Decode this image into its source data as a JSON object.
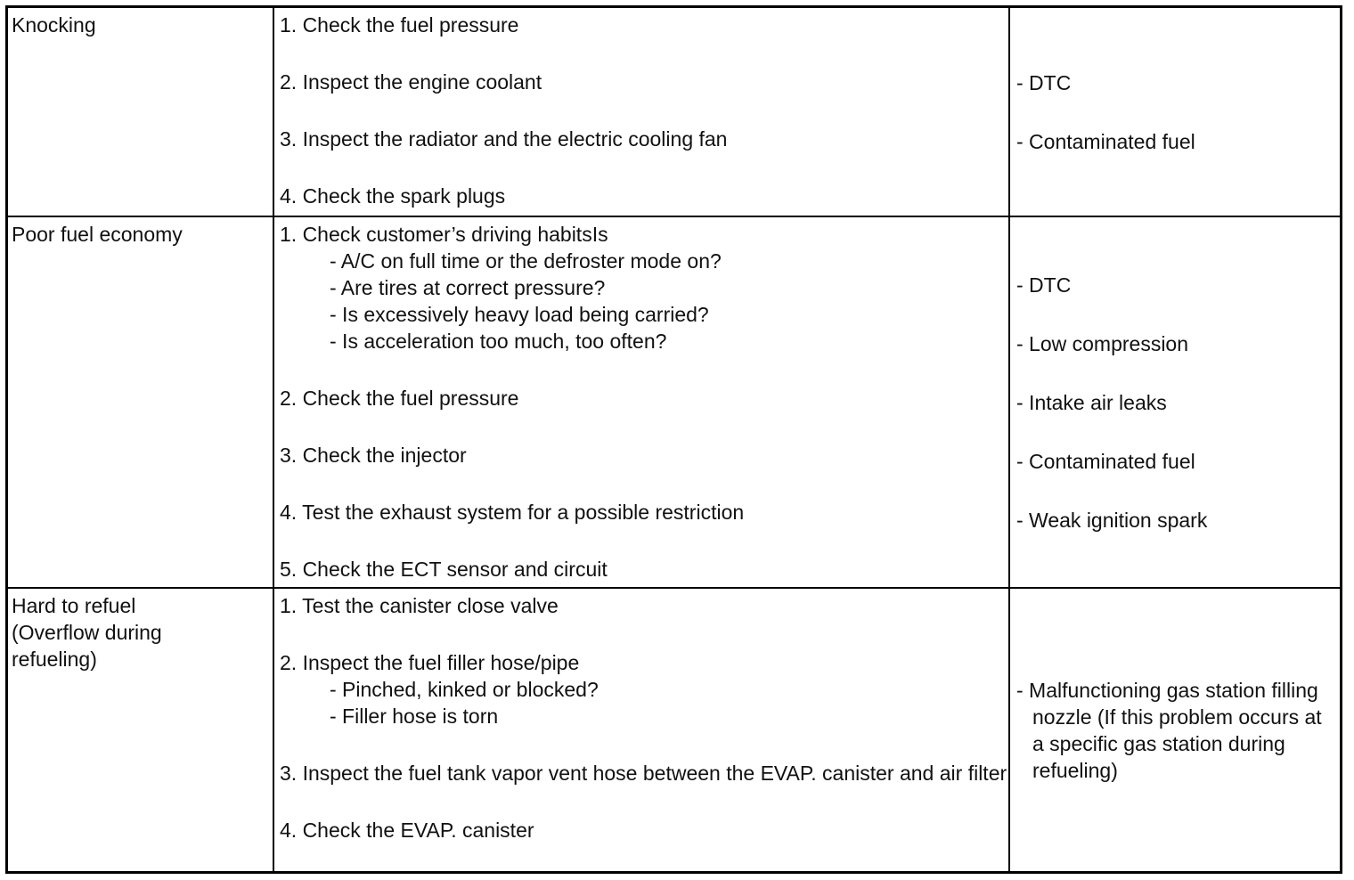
{
  "rows": [
    {
      "symptom": "Knocking",
      "steps": [
        {
          "text": "1. Check the fuel pressure",
          "subs": []
        },
        {
          "text": "2. Inspect the engine coolant",
          "subs": []
        },
        {
          "text": "3. Inspect the radiator and the electric cooling fan",
          "subs": []
        },
        {
          "text": "4. Check the spark plugs",
          "subs": []
        }
      ],
      "causes": [
        "- DTC",
        "- Contaminated fuel"
      ]
    },
    {
      "symptom": "Poor fuel economy",
      "steps": [
        {
          "text": "1. Check customer’s driving habitsIs",
          "subs": [
            "- A/C on full time or the defroster mode on?",
            "- Are tires at correct pressure?",
            "- Is excessively heavy load being carried?",
            "- Is acceleration too much, too often?"
          ]
        },
        {
          "text": "2. Check the fuel pressure",
          "subs": []
        },
        {
          "text": "3. Check the injector",
          "subs": []
        },
        {
          "text": "4. Test the exhaust system for a possible restriction",
          "subs": []
        },
        {
          "text": "5. Check the ECT sensor and circuit",
          "subs": []
        }
      ],
      "causes": [
        "- DTC",
        "- Low compression",
        "- Intake air leaks",
        "- Contaminated fuel",
        "- Weak ignition spark"
      ]
    },
    {
      "symptom": "Hard to refuel\n(Overflow during\nrefueling)",
      "steps": [
        {
          "text": "1. Test the canister close valve",
          "subs": []
        },
        {
          "text": "2. Inspect the fuel filler hose/pipe",
          "subs": [
            "- Pinched, kinked or blocked?",
            "- Filler hose is torn"
          ]
        },
        {
          "text": "3. Inspect the fuel tank vapor vent hose between the EVAP. canister and air filter",
          "subs": []
        },
        {
          "text": "4. Check the EVAP. canister",
          "subs": []
        }
      ],
      "causes": [
        "- Malfunctioning gas station filling nozzle (If this problem occurs at a specific gas station during refueling)"
      ]
    }
  ]
}
